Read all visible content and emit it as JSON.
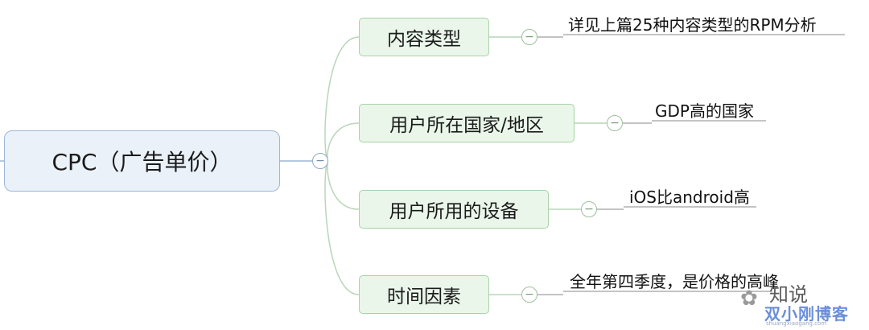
{
  "root": {
    "label": "CPC（广告单价）"
  },
  "branches": [
    {
      "label": "内容类型",
      "detail": "详见上篇25种内容类型的RPM分析"
    },
    {
      "label": "用户所在国家/地区",
      "detail": "GDP高的国家"
    },
    {
      "label": "用户所用的设备",
      "detail": "iOS比android高"
    },
    {
      "label": "时间因素",
      "detail": "全年第四季度，是价格的高峰"
    }
  ],
  "collapse_symbol": "−",
  "watermark": {
    "platform": "知说",
    "blog": "双小刚博客",
    "url": "shuangxiaogang.com"
  },
  "colors": {
    "root_fill": "#eaf1f9",
    "root_border": "#9db7d6",
    "branch_fill": "#eaf6ea",
    "branch_border": "#a7d2a7",
    "connector": "#b9d6b9"
  }
}
